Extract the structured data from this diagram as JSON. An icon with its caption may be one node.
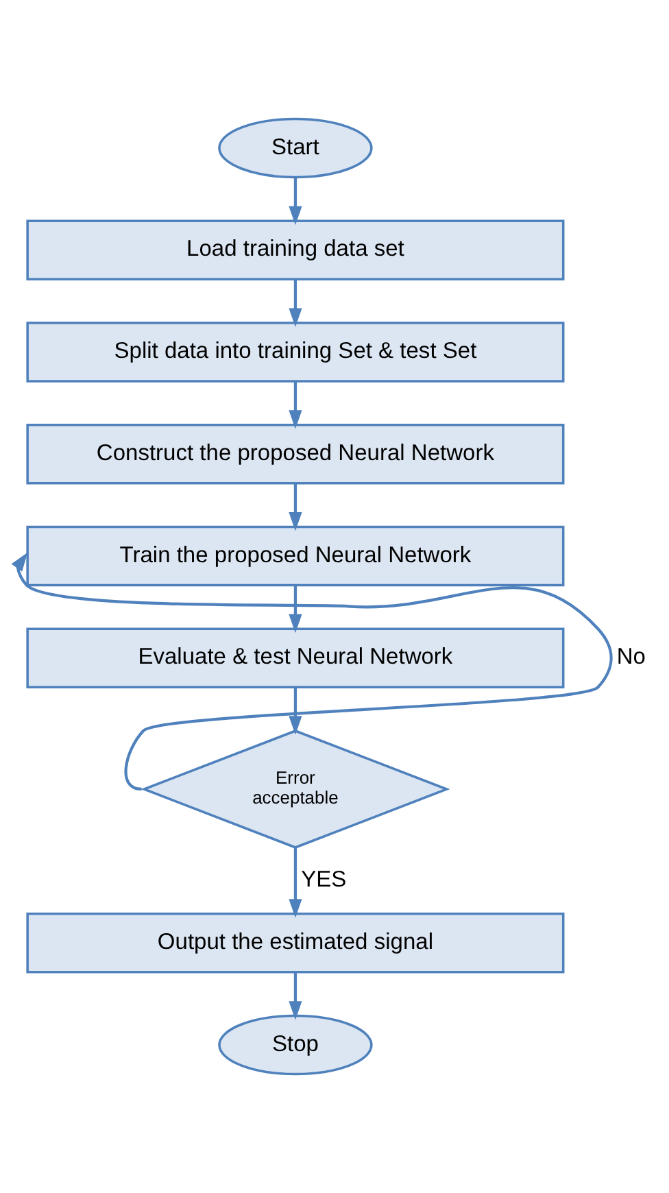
{
  "diagram": {
    "nodes": [
      {
        "text": [
          "Start"
        ]
      },
      {
        "text": [
          "Load training data set"
        ]
      },
      {
        "text": [
          "Split data into training Set & test Set"
        ]
      },
      {
        "text": [
          "Construct the proposed Neural Network"
        ]
      },
      {
        "text": [
          "Train the proposed Neural Network"
        ]
      },
      {
        "text": [
          "Evaluate & test Neural Network"
        ]
      },
      {
        "text": [
          "Error acceptable"
        ]
      },
      {
        "text": [
          "Output the estimated signal"
        ]
      },
      {
        "text": [
          "Stop"
        ]
      }
    ],
    "edges": [
      {
        "from": 0,
        "to": 1,
        "arrow": "to"
      },
      {
        "from": 1,
        "to": 2,
        "arrow": "to"
      },
      {
        "from": 2,
        "to": 3,
        "arrow": "to"
      },
      {
        "from": 3,
        "to": 4,
        "arrow": "to"
      },
      {
        "from": 4,
        "to": 5,
        "arrow": "to"
      },
      {
        "from": 5,
        "to": 6,
        "arrow": "to"
      },
      {
        "from": 6,
        "to": 4,
        "arrow": "to",
        "label": "No"
      },
      {
        "from": 6,
        "to": 7,
        "arrow": "to",
        "label": "YES"
      },
      {
        "from": 7,
        "to": 8,
        "arrow": "to"
      }
    ]
  }
}
